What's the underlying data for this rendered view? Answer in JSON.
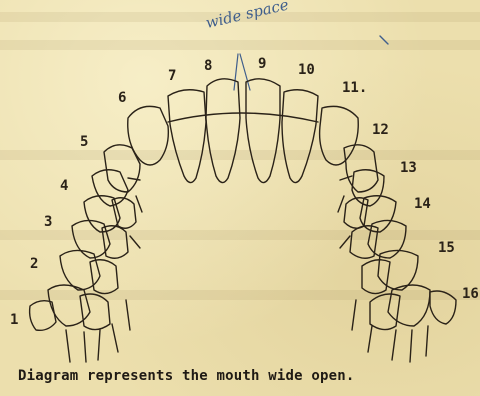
{
  "handwritten_note": "wide space",
  "caption": "Diagram represents the mouth wide open.",
  "tooth_numbers": [
    "1",
    "2",
    "3",
    "4",
    "5",
    "6",
    "7",
    "8",
    "9",
    "10",
    "11.",
    "12",
    "13",
    "14",
    "15",
    "16"
  ]
}
